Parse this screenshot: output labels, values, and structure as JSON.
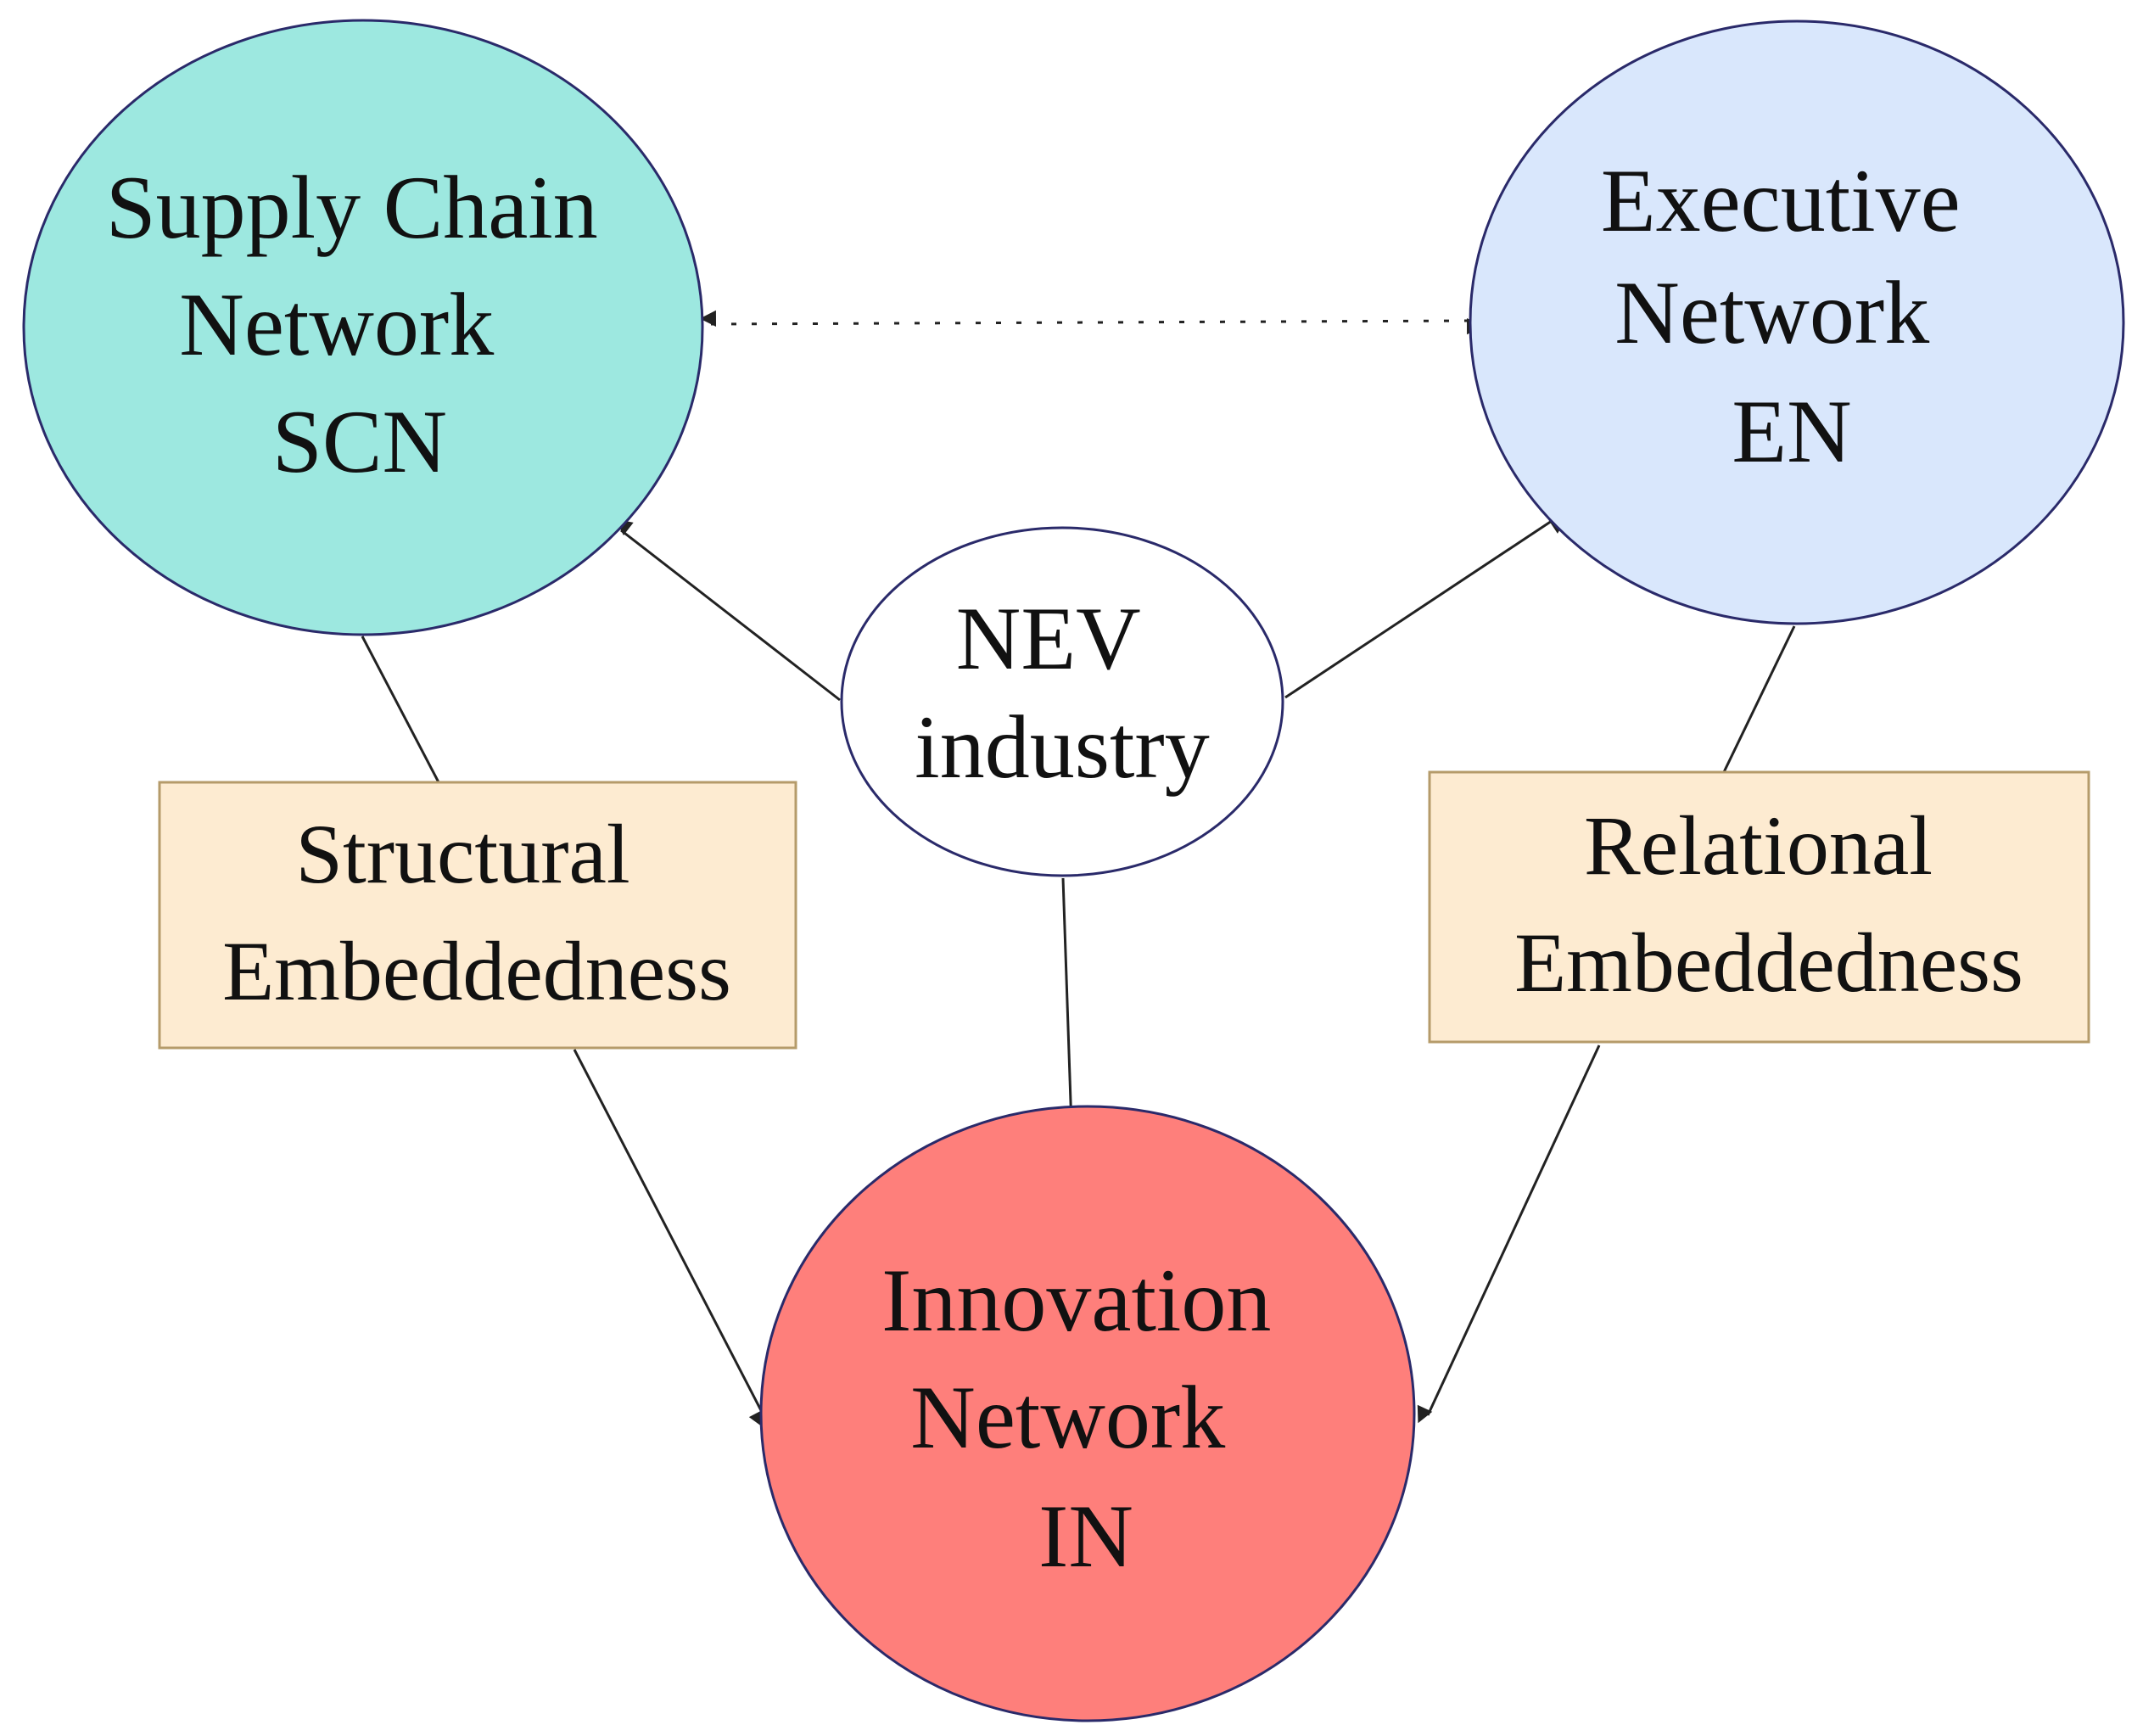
{
  "nodes": {
    "scn": {
      "lines": [
        "Supply Chain",
        "Network",
        "SCN"
      ],
      "fill": "#9de8e0"
    },
    "en": {
      "lines": [
        "Executive",
        "Network",
        "EN"
      ],
      "fill": "#d9e7fc"
    },
    "in": {
      "lines": [
        "Innovation",
        "Network",
        "IN"
      ],
      "fill": "#fe7f7b"
    },
    "nev": {
      "lines": [
        "NEV",
        "industry"
      ],
      "fill": "#ffffff"
    }
  },
  "boxes": {
    "structural": {
      "lines": [
        "Structural",
        "Embeddedness"
      ],
      "fill": "#fdebd1"
    },
    "relational": {
      "lines": [
        "Relational",
        "Embeddedness"
      ],
      "fill": "#fdebd1"
    }
  },
  "colors": {
    "stroke": "#2a2a6a",
    "box_stroke": "#b59b6a",
    "arrow": "#222222"
  }
}
